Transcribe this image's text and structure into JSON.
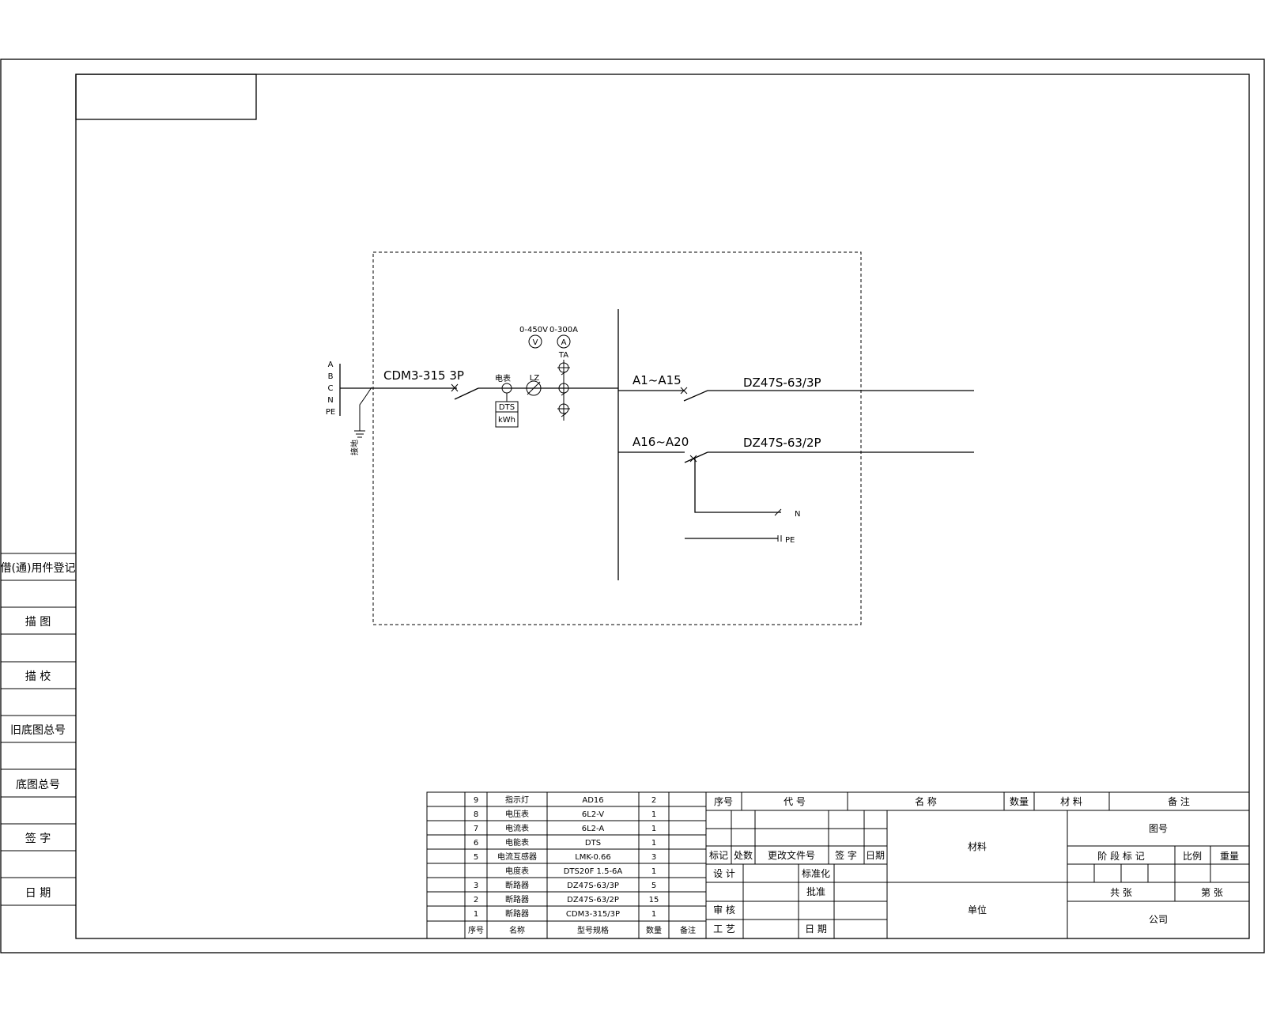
{
  "side_labels": [
    "借(通)用件登记",
    "描 图",
    "描 校",
    "旧底图总号",
    "底图总号",
    "签 字",
    "日 期"
  ],
  "schematic": {
    "bus_labels": [
      "A",
      "B",
      "C",
      "N",
      "PE"
    ],
    "ground_label": "接地",
    "main_breaker": "CDM3-315 3P",
    "meter_label": "电表",
    "current_transformer_label": "LZ",
    "tag_kwh_top": "DTS",
    "tag_kwh_bottom": "kWh",
    "voltmeter_label": "V",
    "ammeter_label": "A",
    "voltmeter_caption": "0-450V",
    "ammeter_caption": "0-300A",
    "ta_label": "TA",
    "circuit1_range": "A1~A15",
    "circuit1_breaker": "DZ47S-63/3P",
    "circuit2_range": "A16~A20",
    "circuit2_breaker": "DZ47S-63/2P",
    "n_label": "N",
    "pe_label": "PE"
  },
  "parts_list": {
    "rows": [
      {
        "no": "9",
        "name": "指示灯",
        "spec": "AD16",
        "qty": "2"
      },
      {
        "no": "8",
        "name": "电压表",
        "spec": "6L2-V",
        "qty": "1"
      },
      {
        "no": "7",
        "name": "电流表",
        "spec": "6L2-A",
        "qty": "1"
      },
      {
        "no": "6",
        "name": "电能表",
        "spec": "DTS",
        "qty": "1"
      },
      {
        "no": "5",
        "name": "电流互感器",
        "spec": "LMK-0.66",
        "qty": "3"
      },
      {
        "no": "",
        "name": "电度表",
        "spec": "DTS20F 1.5-6A",
        "qty": "1"
      },
      {
        "no": "3",
        "name": "断路器",
        "spec": "DZ47S-63/3P",
        "qty": "5"
      },
      {
        "no": "2",
        "name": "断路器",
        "spec": "DZ47S-63/2P",
        "qty": "15"
      },
      {
        "no": "1",
        "name": "断路器",
        "spec": "CDM3-315/3P",
        "qty": "1"
      }
    ],
    "header": {
      "no": "序号",
      "name": "名称",
      "spec": "型号规格",
      "qty": "数量",
      "note": "备注"
    }
  },
  "title_block": {
    "top_header": {
      "seq": "序号",
      "code": "代 号",
      "name": "名 称",
      "qty": "数量",
      "material": "材 料",
      "note": "备 注"
    },
    "revision": {
      "mark": "标记",
      "count": "处数",
      "file": "更改文件号",
      "sign": "签 字",
      "date": "日期"
    },
    "roles": {
      "design": "设 计",
      "check": "审 核",
      "process": "工 艺",
      "standard": "标准化",
      "approve": "批准",
      "date": "日 期"
    },
    "material": "材料",
    "unit": "单位",
    "drawing_no": "图号",
    "stage": "阶 段 标 记",
    "scale": "比例",
    "weight": "重量",
    "sheets_total": "共 张",
    "sheet_no": "第 张",
    "company": "公司"
  }
}
